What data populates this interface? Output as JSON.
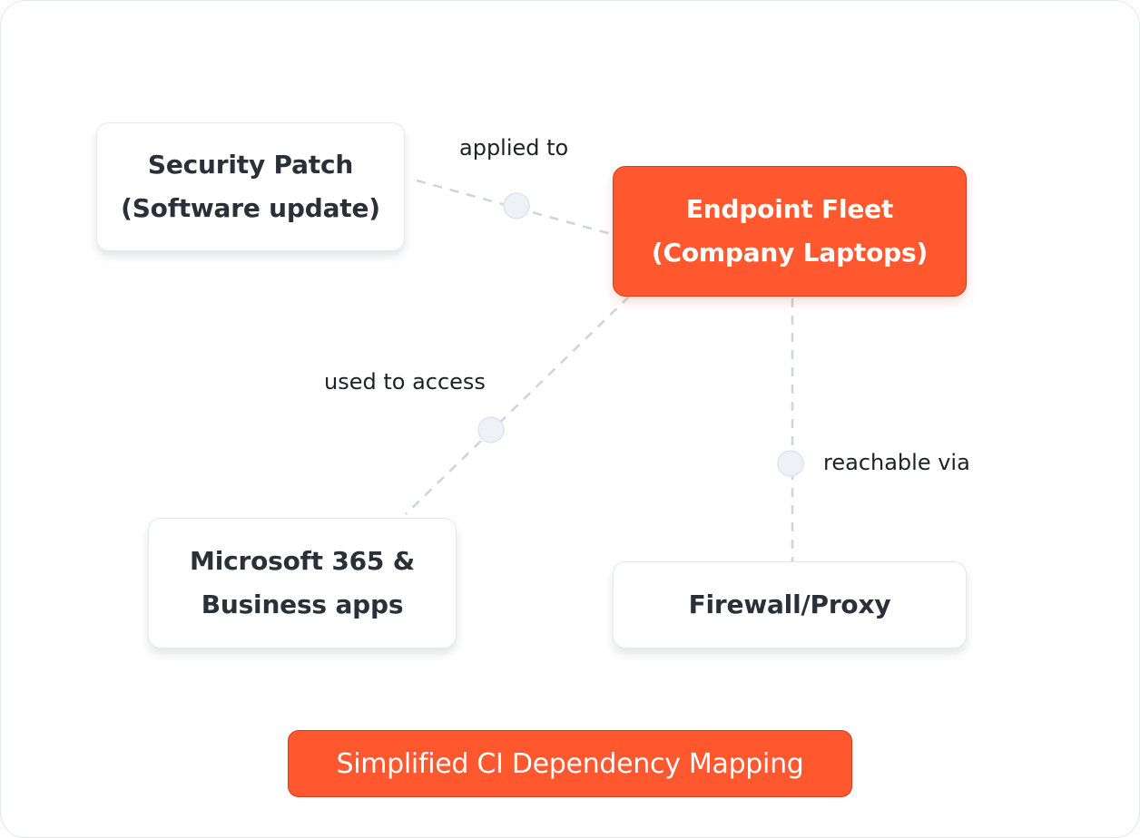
{
  "diagram": {
    "title": "Simplified CI Dependency Mapping",
    "nodes": {
      "security_patch": "Security Patch\n(Software update)",
      "endpoint_fleet": "Endpoint Fleet\n(Company Laptops)",
      "microsoft_365": "Microsoft 365 &\nBusiness apps",
      "firewall_proxy": "Firewall/Proxy"
    },
    "edges": {
      "patch_to_fleet": "applied to",
      "fleet_to_apps": "used to access",
      "fleet_to_firewall": "reachable via"
    }
  },
  "colors": {
    "accent": "#ff572e",
    "node_text": "#2b2f38",
    "connector": "#cdd3df",
    "connector_dot": "#eef1f6"
  }
}
